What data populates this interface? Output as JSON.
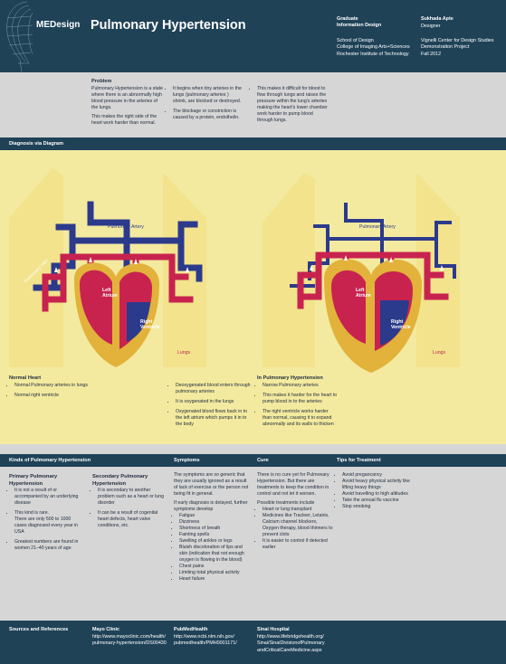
{
  "header": {
    "logo": "MEDesign",
    "title": "Pulmonary Hypertension",
    "col1_title": "Graduate\nInformation Design",
    "col1_body": "School of Design\nCollege of Imaging Arts+Sciences\nRochester Institute of Technology",
    "col2_title": "Sukhada Apte",
    "col2_sub": "Designer",
    "col2_body": "Vignelli Center for Design Studies\nDemonstration Project\nFall 2012"
  },
  "problem": {
    "title": "Problem",
    "col1": [
      "Pulmonary Hypertension is a state where there is an abnormally high blood pressure in the arteries of the lungs.",
      "This makes the right side of the heart work harder than normal."
    ],
    "col2": [
      "It begins when tiny arteries in the lungs (pulmonary arteries ) shrink, are blocked or destroyed.",
      "The blockage or constriction is caused by a protein, endothelin."
    ],
    "col3": [
      "This makes it difficult for blood to flow through lungs and raises the pressure within the lung's arteries making the heart's lower chamber work harder to pump blood through lungs."
    ]
  },
  "diagnosis": {
    "heading": "Diagnosis via Diagram",
    "labels": {
      "pulmonary_artery": "Pulmonary Artery",
      "pulmonary_vein": "Pulmonary Vein",
      "left_atrium": "Left\nAtrium",
      "right_ventricle": "Right\nVentricle",
      "lungs": "Lungs"
    },
    "normal_title": "Normal Heart",
    "normal_items": [
      "Normal Pulmonary arteries in lungs",
      "Normal right ventricle"
    ],
    "flow_items": [
      "Deoxygenated blood enters through pulmonary arteries",
      "It is oxygenated in the lungs",
      "Oxygenated blood flows back in to the left atrium which pumps it in to the body"
    ],
    "hyper_title": "In Pulmonary Hypertension",
    "hyper_items": [
      "Narrow Pulmonary arteries",
      "This makes it harder for the heart to pump blood in to the arteries",
      "The right ventricle works harder than normal, causing it to expand abnormally and its walls to thicken"
    ]
  },
  "kinds": {
    "heading": "Kinds of Pulmonary Hypertension",
    "symptoms_heading": "Symptoms",
    "cure_heading": "Cure",
    "tips_heading": "Tips for Treatment",
    "primary_title": "Primary Pulmonary\nHypertension",
    "primary_items": [
      "It is not a result of or accompanied by an underlying disease",
      "This kind is rare.\nThere are only 500 to 1000 cases diagnosed every year in USA",
      "Greatest numbers are found in women 21–40 years of age"
    ],
    "secondary_title": "Secondary Pulmonary\nHypertension",
    "secondary_items": [
      "It is secondary to another problem such as a heart or lung disorder",
      "It can be a result of cogenital heart defects, heart valve conditions, etc."
    ],
    "symptoms_intro": "The symptoms are so generic that they are usually ignored as a result of lack of exercise or the person not being fit in general.",
    "symptoms_intro2": "If early diagnosis is delayed, further symptoms develop",
    "symptoms_items": [
      "Fatigue",
      "Dizziness",
      "Shortness of breath",
      "Fainting spells",
      "Swelling of ankles or legs",
      "Bluish discoloration of lips and skin (indication that not enough oxygen is flowing in the blood)",
      "Chest pains",
      "Limiting total physical activity",
      "Heart failure"
    ],
    "cure_intro": "There is no cure yet for Pulmonary Hypertension. But there are treatments to keep the condition in control and not let it worsen.",
    "cure_intro2": "Possible treatments include",
    "cure_items": [
      "Heart or lung transplant",
      "Medicines like Tracleer, Letairis, Calcium channel blockers, Oxygen therapy, blood thinners to prevent clots",
      "It is easier to control if detected earlier"
    ],
    "tips_items": [
      "Avoid pregancancy",
      "Avoid heavy physical activity like lifting heavy things",
      "Avoid travelling to high altitudes",
      "Take the annual flu vaccine",
      "Stop smoking"
    ]
  },
  "sources": {
    "heading": "Sources and References",
    "s1_title": "Mayo Clinic",
    "s1_url": "http://www.mayoclinic.com/health/\npulmonary-hypertension/DS00430",
    "s2_title": "PubMedHealth",
    "s2_url": "http://www.ncbi.nlm.nih.gov/\npubmedhealth/PMH0001171/",
    "s3_title": "Sinai Hospital",
    "s3_url": "http://www.lifebridgehealth.org/\nSinai/SinaiDivisionofPulmonary\nandCriticalCareMedicine.aspx"
  },
  "colors": {
    "navy": "#1f4257",
    "yellow": "#f3eaa0",
    "lung": "#f2e38c",
    "heart_gold": "#e2b23a",
    "heart_red": "#c8234f",
    "vessel_blue": "#2c3a8c",
    "vessel_red": "#c8234f"
  }
}
